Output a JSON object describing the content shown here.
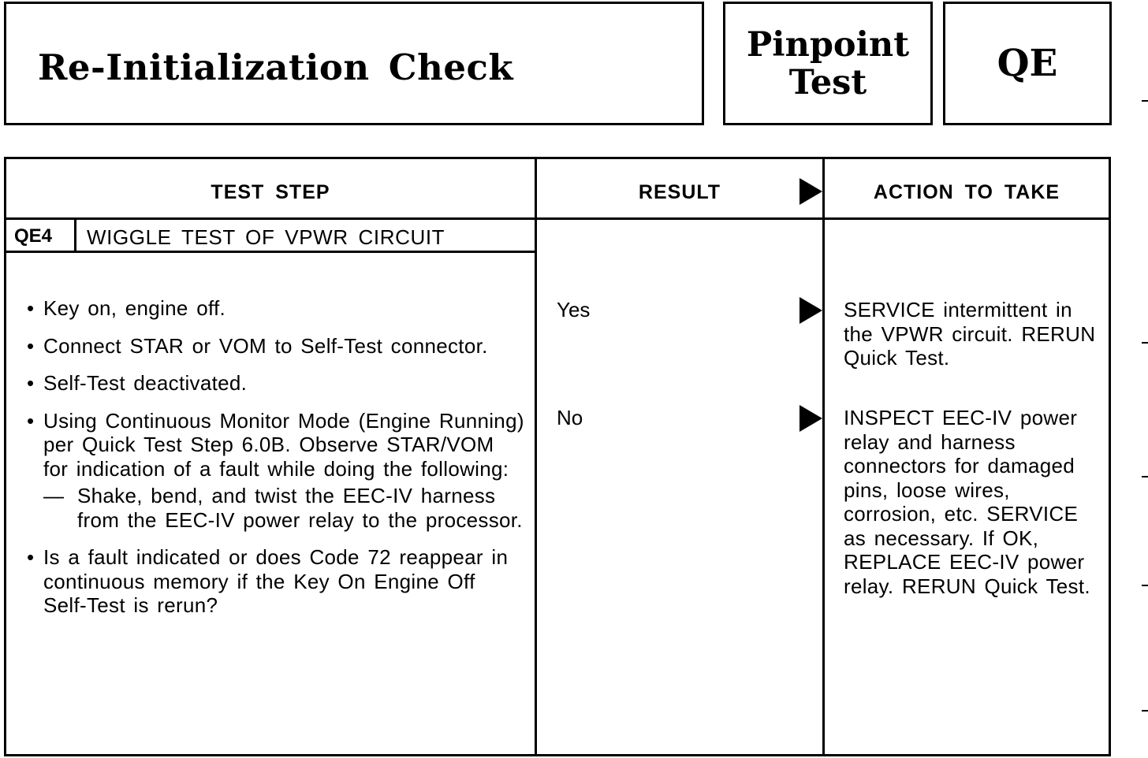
{
  "header": {
    "title": "Re-Initialization Check",
    "pinpoint_line1": "Pinpoint",
    "pinpoint_line2": "Test",
    "code": "QE"
  },
  "table": {
    "columns": {
      "test_step": "TEST STEP",
      "result": "RESULT",
      "action": "ACTION TO TAKE"
    },
    "step": {
      "number": "QE4",
      "title": "WIGGLE TEST OF VPWR CIRCUIT",
      "bullets": [
        "Key on, engine off.",
        "Connect STAR or VOM to Self-Test connector.",
        "Self-Test deactivated.",
        "Using Continuous Monitor Mode (Engine Running) per Quick Test Step 6.0B. Observe STAR/VOM for indication of a fault while doing the following:",
        "Is a fault indicated or does Code 72 reappear in continuous memory if the Key On Engine Off Self-Test is rerun?"
      ],
      "sub_bullet": "Shake, bend, and twist the EEC-IV harness from the EEC-IV power relay to the processor."
    },
    "results": [
      {
        "label": "Yes",
        "action": "SERVICE intermittent in the VPWR circuit. RERUN Quick Test."
      },
      {
        "label": "No",
        "action": "INSPECT EEC-IV power relay and harness connectors for damaged pins, loose wires, corrosion, etc. SERVICE as necessary. If OK, REPLACE EEC-IV power relay. RERUN Quick Test."
      }
    ]
  }
}
